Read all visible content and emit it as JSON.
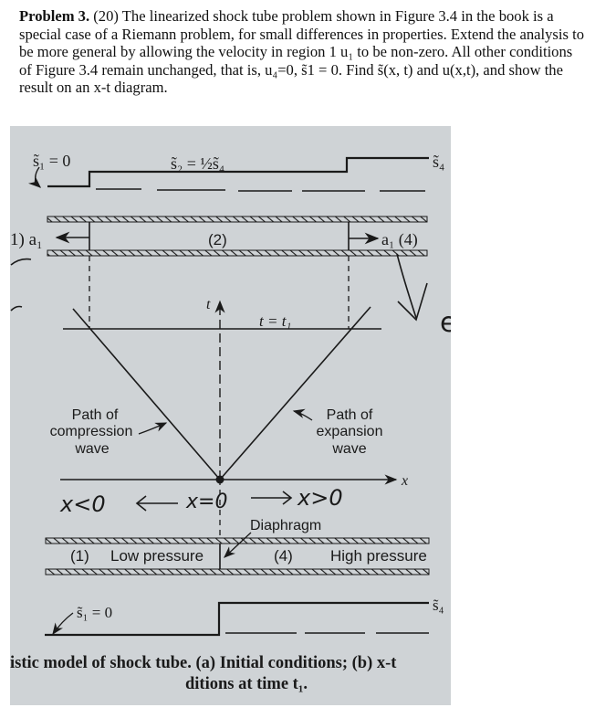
{
  "problem": {
    "label": "Problem 3.",
    "points": "(20)",
    "text_line1": " The linearized shock tube problem shown in Figure 3.4 in the book is a",
    "text_line2": "special case of a Riemann problem, for small differences in properties. Extend the analysis to",
    "text_line3": "be more general by allowing the velocity in region 1 u₁ to be non-zero. All other conditions",
    "text_line4": "of Figure 3.4 remain unchanged, that is, u₄=0, s̃1 = 0. Find s̃(x, t) and u(x,t), and show the",
    "text_line5": "result on an x-t diagram."
  },
  "figure": {
    "top_profile": {
      "s1_label": "s̃₁ = 0",
      "s2_label": "s̃₂ = ½s̃₄",
      "s4_label": "s̃₄"
    },
    "tube_top": {
      "left_label": "1) a₁",
      "region_label": "(2)",
      "right_label": "a₁ (4)"
    },
    "xt_diagram": {
      "t_axis_label": "t",
      "time_label": "t = t₁",
      "left_wave_label": [
        "Path of",
        "compression",
        "wave"
      ],
      "right_wave_label": [
        "Path of",
        "expansion",
        "wave"
      ],
      "x_axis_label": "x"
    },
    "handwritten": {
      "e_mark": "e",
      "x_lt_0": "x<0",
      "x_eq_0": "x=0",
      "x_gt_0": "x>0"
    },
    "tube_bottom": {
      "diaphragm_label": "Diaphragm",
      "region1_label": "(1)",
      "low_pressure_label": "Low pressure",
      "region4_label": "(4)",
      "high_pressure_label": "High pressure"
    },
    "bottom_profile": {
      "s1_label": "s̃₁ = 0",
      "s4_label": "s̃₄"
    },
    "caption": {
      "line1": "istic model of shock tube.  (a) Initial conditions; (b)  x-t",
      "line2": "ditions at time t₁."
    }
  },
  "colors": {
    "photo_background": "#cfd3d6",
    "ink": "#1a1a1a",
    "page_background": "#ffffff"
  }
}
